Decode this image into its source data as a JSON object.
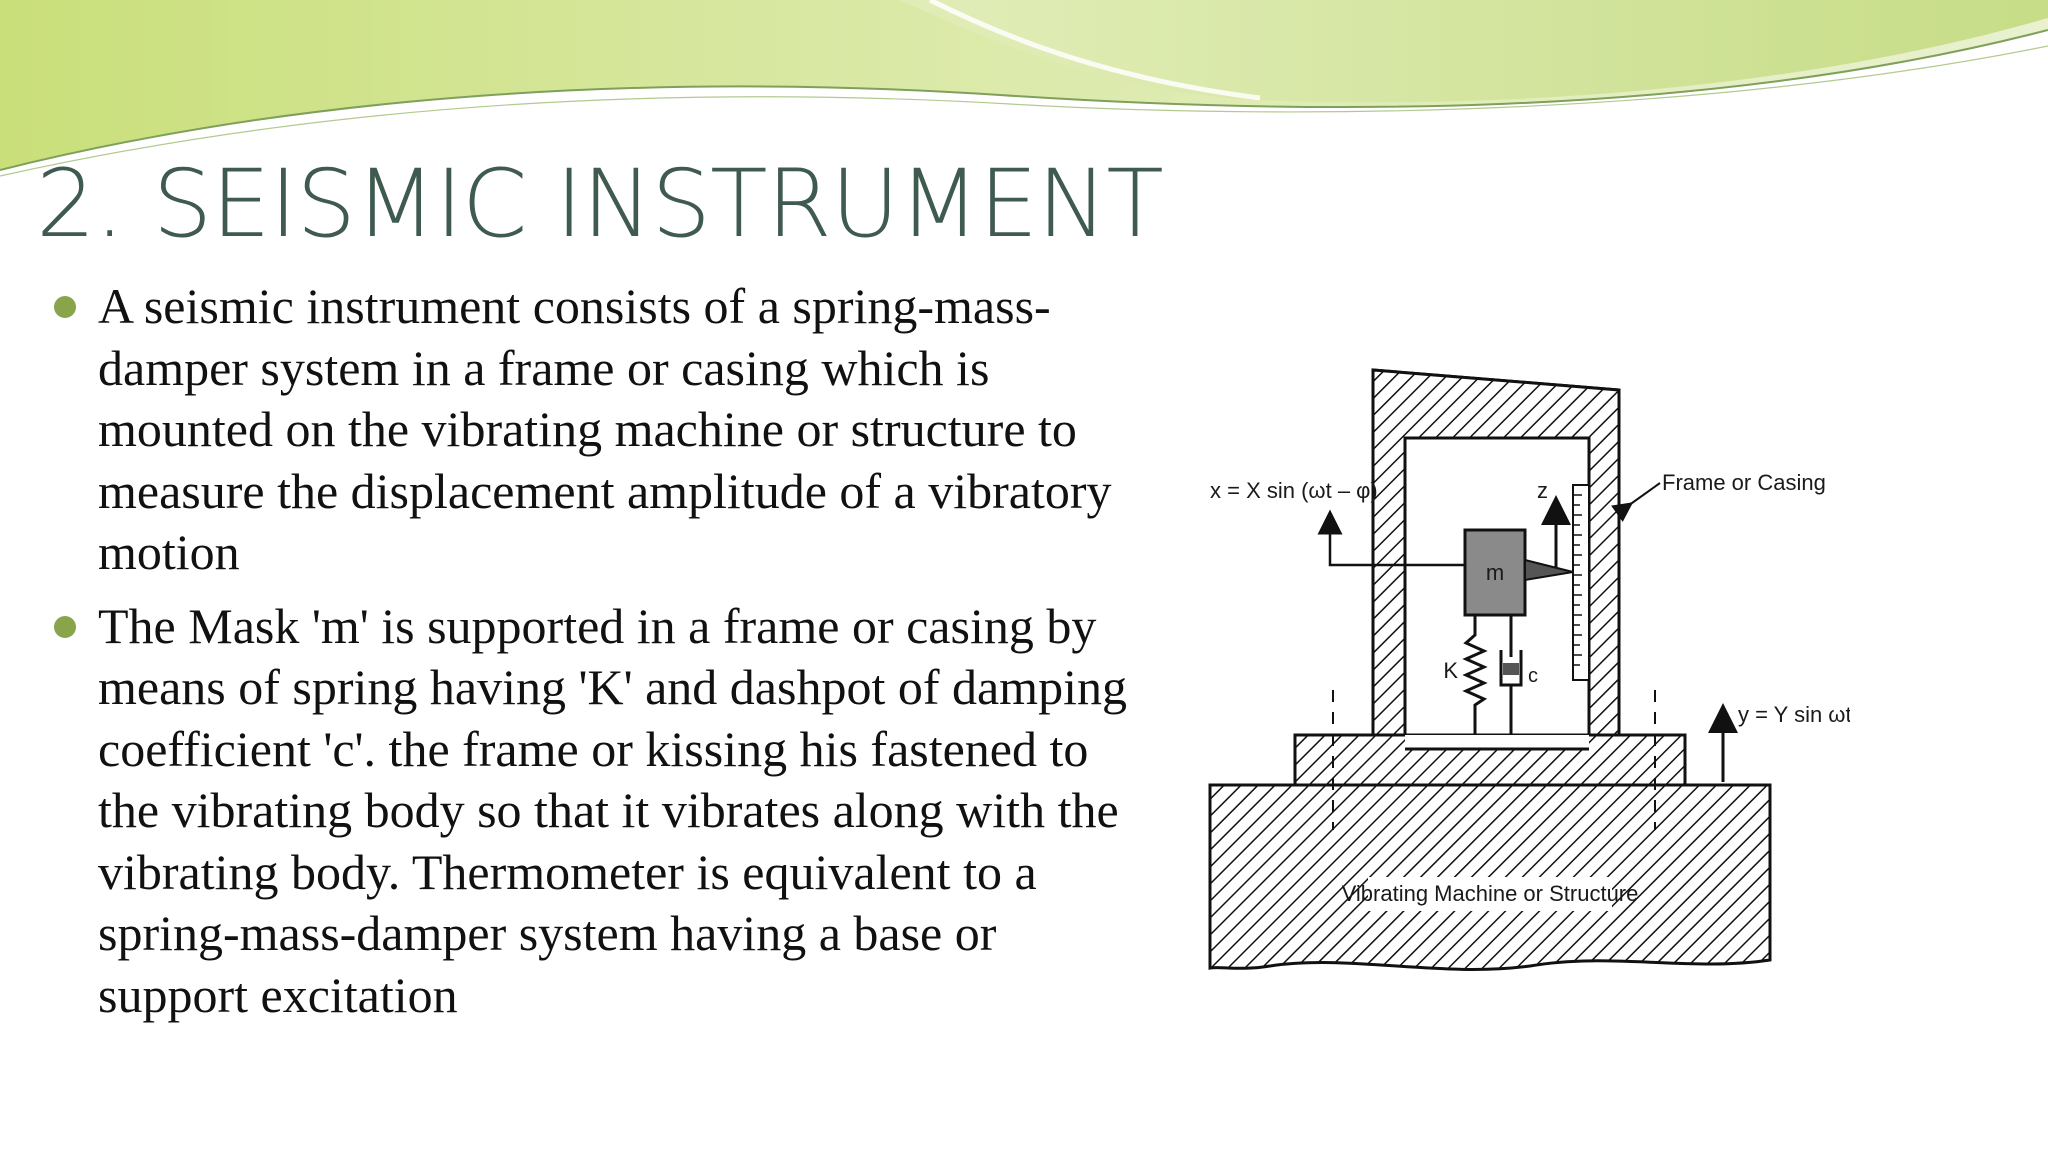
{
  "slide": {
    "title": "2. SEISMIC INSTRUMENT",
    "bullets": [
      "A seismic instrument consists of a spring-mass-damper system in a frame or casing which is mounted on the vibrating machine or structure to measure the displacement amplitude of a vibratory motion",
      "The Mask 'm'  is supported in a frame or casing by means of spring having 'K' and dashpot of damping coefficient 'c'.  the frame or kissing his fastened to the vibrating body so that it vibrates along with the vibrating body. Thermometer is equivalent to a spring-mass-damper system  having a base or support excitation"
    ],
    "accent_color": "#8aa44c",
    "title_color": "#3f5a4f"
  },
  "diagram": {
    "mass_label": "m",
    "spring_label": "K",
    "damper_label": "c",
    "scale_label": "z",
    "frame_label": "Frame or Casing",
    "mass_motion": "x = X sin (ωt – φ)",
    "base_motion": "y = Y sin ωt",
    "base_label": "Vibrating Machine or Structure"
  }
}
